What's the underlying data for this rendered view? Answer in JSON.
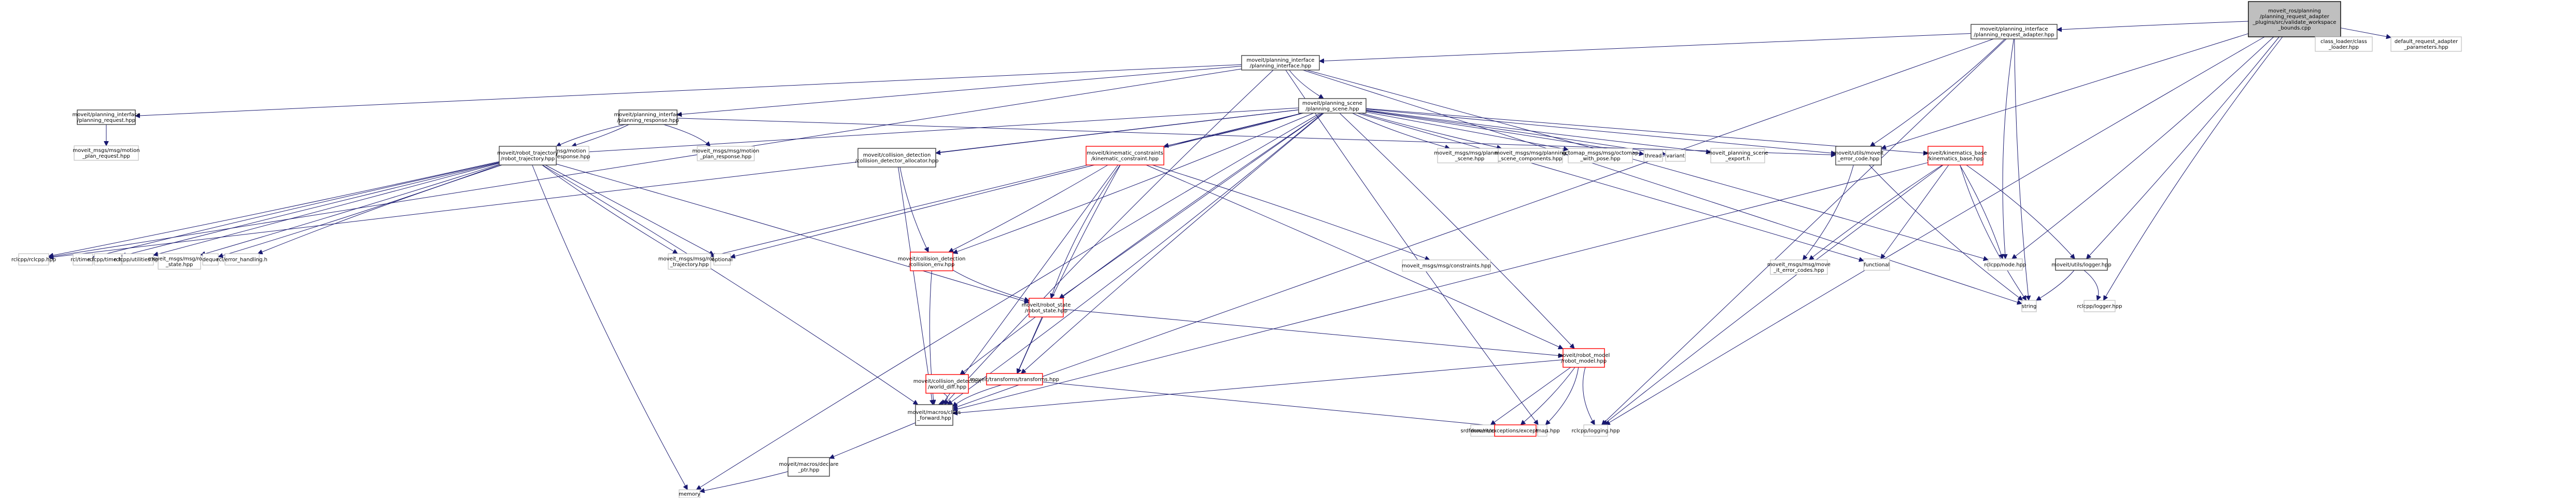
{
  "title": "Include dependency graph for validate_workspace_bounds.cpp",
  "colors": {
    "edge": "#191970",
    "root_fill": "#bfbfbf",
    "documented_border": "#404040",
    "undocumented_border": "#bfbfbf",
    "truncated_border": "#ff0000"
  },
  "nodes": [
    {
      "id": "root",
      "style": "root",
      "lines": [
        "moveit_ros/planning",
        "/planning_request_adapter",
        "_plugins/src/validate_workspace",
        "_bounds.cpp"
      ]
    },
    {
      "id": "pra",
      "style": "doc",
      "lines": [
        "moveit/planning_interface",
        "/planning_request_adapter.hpp"
      ]
    },
    {
      "id": "class_loader",
      "style": "plain",
      "lines": [
        "class_loader/class",
        "_loader.hpp"
      ]
    },
    {
      "id": "default_params",
      "style": "plain",
      "lines": [
        "default_request_adapter",
        "_parameters.hpp"
      ]
    },
    {
      "id": "pi",
      "style": "doc",
      "lines": [
        "moveit/planning_interface",
        "/planning_interface.hpp"
      ]
    },
    {
      "id": "preq",
      "style": "doc",
      "lines": [
        "moveit/planning_interface",
        "/planning_request.hpp"
      ]
    },
    {
      "id": "presp",
      "style": "doc",
      "lines": [
        "moveit/planning_interface",
        "/planning_response.hpp"
      ]
    },
    {
      "id": "ps",
      "style": "doc",
      "lines": [
        "moveit/planning_scene",
        "/planning_scene.hpp"
      ]
    },
    {
      "id": "mpreq",
      "style": "plain",
      "lines": [
        "moveit_msgs/msg/motion",
        "_plan_request.hpp"
      ]
    },
    {
      "id": "mpdresp",
      "style": "plain",
      "lines": [
        "moveit_msgs/msg/motion",
        "_plan_detailed_response.hpp"
      ]
    },
    {
      "id": "mpresp",
      "style": "plain",
      "lines": [
        "moveit_msgs/msg/motion",
        "_plan_response.hpp"
      ]
    },
    {
      "id": "rt",
      "style": "doc",
      "lines": [
        "moveit/robot_trajectory",
        "/robot_trajectory.hpp"
      ]
    },
    {
      "id": "cda",
      "style": "doc",
      "lines": [
        "moveit/collision_detection",
        "/collision_detector_allocator.hpp"
      ]
    },
    {
      "id": "kc",
      "style": "red",
      "lines": [
        "moveit/kinematic_constraints",
        "/kinematic_constraint.hpp"
      ]
    },
    {
      "id": "msg_ps",
      "style": "plain",
      "lines": [
        "moveit_msgs/msg/planning",
        "_scene.hpp"
      ]
    },
    {
      "id": "msg_psc",
      "style": "plain",
      "lines": [
        "moveit_msgs/msg/planning",
        "_scene_components.hpp"
      ]
    },
    {
      "id": "octomap",
      "style": "plain",
      "lines": [
        "octomap_msgs/msg/octomap",
        "_with_pose.hpp"
      ]
    },
    {
      "id": "thread",
      "style": "plain",
      "lines": [
        "thread"
      ]
    },
    {
      "id": "variant",
      "style": "plain",
      "lines": [
        "variant"
      ]
    },
    {
      "id": "ps_export",
      "style": "plain",
      "lines": [
        "moveit_planning_scene",
        "_export.h"
      ]
    },
    {
      "id": "mec",
      "style": "doc",
      "lines": [
        "moveit/utils/moveit",
        "_error_code.hpp"
      ]
    },
    {
      "id": "kb",
      "style": "red",
      "lines": [
        "moveit/kinematics_base",
        "/kinematics_base.hpp"
      ]
    },
    {
      "id": "rclcpp",
      "style": "plain",
      "lines": [
        "rclcpp/rclcpp.hpp"
      ]
    },
    {
      "id": "rcl_time",
      "style": "plain",
      "lines": [
        "rcl/time.h"
      ]
    },
    {
      "id": "rclcpp_time",
      "style": "plain",
      "lines": [
        "rclcpp/time.hpp"
      ]
    },
    {
      "id": "rclcpp_util",
      "style": "plain",
      "lines": [
        "rclcpp/utilities.hpp"
      ]
    },
    {
      "id": "msg_rs",
      "style": "plain",
      "lines": [
        "moveit_msgs/msg/robot",
        "_state.hpp"
      ]
    },
    {
      "id": "deque",
      "style": "plain",
      "lines": [
        "deque"
      ]
    },
    {
      "id": "rcl_err",
      "style": "plain",
      "lines": [
        "rcl/error_handling.h"
      ]
    },
    {
      "id": "msg_rt",
      "style": "plain",
      "lines": [
        "moveit_msgs/msg/robot",
        "_trajectory.hpp"
      ]
    },
    {
      "id": "optional",
      "style": "plain",
      "lines": [
        "optional"
      ]
    },
    {
      "id": "ce",
      "style": "red",
      "lines": [
        "moveit/collision_detection",
        "/collision_env.hpp"
      ]
    },
    {
      "id": "msg_con",
      "style": "plain",
      "lines": [
        "moveit_msgs/msg/constraints.hpp"
      ]
    },
    {
      "id": "functional",
      "style": "plain",
      "lines": [
        "functional"
      ]
    },
    {
      "id": "msg_mec",
      "style": "plain",
      "lines": [
        "moveit_msgs/msg/move",
        "_it_error_codes.hpp"
      ]
    },
    {
      "id": "rclcpp_node",
      "style": "plain",
      "lines": [
        "rclcpp/node.hpp"
      ]
    },
    {
      "id": "logger",
      "style": "doc",
      "lines": [
        "moveit/utils/logger.hpp"
      ]
    },
    {
      "id": "string",
      "style": "plain",
      "lines": [
        "string"
      ]
    },
    {
      "id": "rclcpp_logger",
      "style": "plain",
      "lines": [
        "rclcpp/logger.hpp"
      ]
    },
    {
      "id": "rs",
      "style": "red",
      "lines": [
        "moveit/robot_state",
        "/robot_state.hpp"
      ]
    },
    {
      "id": "wd",
      "style": "red",
      "lines": [
        "moveit/collision_detection",
        "/world_diff.hpp"
      ]
    },
    {
      "id": "tf",
      "style": "red",
      "lines": [
        "moveit/transforms/transforms.hpp"
      ]
    },
    {
      "id": "rm",
      "style": "red",
      "lines": [
        "moveit/robot_model",
        "/robot_model.hpp"
      ]
    },
    {
      "id": "cf",
      "style": "doc",
      "lines": [
        "moveit/macros/class",
        "_forward.hpp"
      ]
    },
    {
      "id": "srdf",
      "style": "plain",
      "lines": [
        "srdfdom/model.h"
      ]
    },
    {
      "id": "exc",
      "style": "red",
      "lines": [
        "moveit/exceptions/exceptions.hpp"
      ]
    },
    {
      "id": "map",
      "style": "plain",
      "lines": [
        "map"
      ]
    },
    {
      "id": "logging",
      "style": "plain",
      "lines": [
        "rclcpp/logging.hpp"
      ]
    },
    {
      "id": "declptr",
      "style": "doc",
      "lines": [
        "moveit/macros/declare",
        "_ptr.hpp"
      ]
    },
    {
      "id": "memory",
      "style": "plain",
      "lines": [
        "memory"
      ]
    }
  ],
  "edges": [
    [
      "root",
      "pra"
    ],
    [
      "root",
      "class_loader"
    ],
    [
      "root",
      "default_params"
    ],
    [
      "root",
      "logger"
    ],
    [
      "root",
      "rclcpp_node"
    ],
    [
      "root",
      "rclcpp_logger"
    ],
    [
      "root",
      "logging"
    ],
    [
      "root",
      "mec"
    ],
    [
      "pra",
      "pi"
    ],
    [
      "pra",
      "mec"
    ],
    [
      "pra",
      "rclcpp_node"
    ],
    [
      "pra",
      "string"
    ],
    [
      "pra",
      "logging"
    ],
    [
      "pra",
      "cf"
    ],
    [
      "pi",
      "preq"
    ],
    [
      "pi",
      "presp"
    ],
    [
      "pi",
      "ps"
    ],
    [
      "pi",
      "rclcpp"
    ],
    [
      "pi",
      "string"
    ],
    [
      "pi",
      "rclcpp_node"
    ],
    [
      "pi",
      "cf"
    ],
    [
      "pi",
      "map"
    ],
    [
      "preq",
      "mpreq"
    ],
    [
      "presp",
      "mpdresp"
    ],
    [
      "presp",
      "mpresp"
    ],
    [
      "presp",
      "rt"
    ],
    [
      "presp",
      "mec"
    ],
    [
      "ps",
      "rt"
    ],
    [
      "ps",
      "cda"
    ],
    [
      "ps",
      "kc"
    ],
    [
      "ps",
      "msg_ps"
    ],
    [
      "ps",
      "msg_psc"
    ],
    [
      "ps",
      "octomap"
    ],
    [
      "ps",
      "thread"
    ],
    [
      "ps",
      "variant"
    ],
    [
      "ps",
      "ps_export"
    ],
    [
      "ps",
      "mec"
    ],
    [
      "ps",
      "kb"
    ],
    [
      "ps",
      "rclcpp"
    ],
    [
      "ps",
      "ce"
    ],
    [
      "ps",
      "wd"
    ],
    [
      "ps",
      "tf"
    ],
    [
      "ps",
      "rs"
    ],
    [
      "ps",
      "rm"
    ],
    [
      "ps",
      "cf"
    ],
    [
      "ps",
      "memory"
    ],
    [
      "ps",
      "optional"
    ],
    [
      "ps",
      "msg_rt"
    ],
    [
      "ps",
      "functional"
    ],
    [
      "rt",
      "rclcpp"
    ],
    [
      "rt",
      "rcl_time"
    ],
    [
      "rt",
      "rclcpp_time"
    ],
    [
      "rt",
      "rclcpp_util"
    ],
    [
      "rt",
      "msg_rs"
    ],
    [
      "rt",
      "deque"
    ],
    [
      "rt",
      "rcl_err"
    ],
    [
      "rt",
      "msg_rt"
    ],
    [
      "rt",
      "optional"
    ],
    [
      "rt",
      "rs"
    ],
    [
      "rt",
      "cf"
    ],
    [
      "rt",
      "memory"
    ],
    [
      "cda",
      "ce"
    ],
    [
      "cda",
      "cf"
    ],
    [
      "kc",
      "ce"
    ],
    [
      "kc",
      "msg_con"
    ],
    [
      "kc",
      "rs"
    ],
    [
      "kc",
      "tf"
    ],
    [
      "kc",
      "cf"
    ],
    [
      "kc",
      "rm"
    ],
    [
      "mec",
      "msg_mec"
    ],
    [
      "mec",
      "string"
    ],
    [
      "kb",
      "msg_mec"
    ],
    [
      "kb",
      "functional"
    ],
    [
      "kb",
      "rclcpp_node"
    ],
    [
      "kb",
      "logger"
    ],
    [
      "kb",
      "string"
    ],
    [
      "kb",
      "logging"
    ],
    [
      "kb",
      "cf"
    ],
    [
      "logger",
      "string"
    ],
    [
      "logger",
      "rclcpp_logger"
    ],
    [
      "ce",
      "rs"
    ],
    [
      "ce",
      "cf"
    ],
    [
      "rs",
      "tf"
    ],
    [
      "rs",
      "rm"
    ],
    [
      "wd",
      "cf"
    ],
    [
      "tf",
      "cf"
    ],
    [
      "tf",
      "map"
    ],
    [
      "rm",
      "srdf"
    ],
    [
      "rm",
      "exc"
    ],
    [
      "rm",
      "map"
    ],
    [
      "rm",
      "logging"
    ],
    [
      "rm",
      "cf"
    ],
    [
      "cf",
      "declptr"
    ],
    [
      "declptr",
      "memory"
    ]
  ]
}
